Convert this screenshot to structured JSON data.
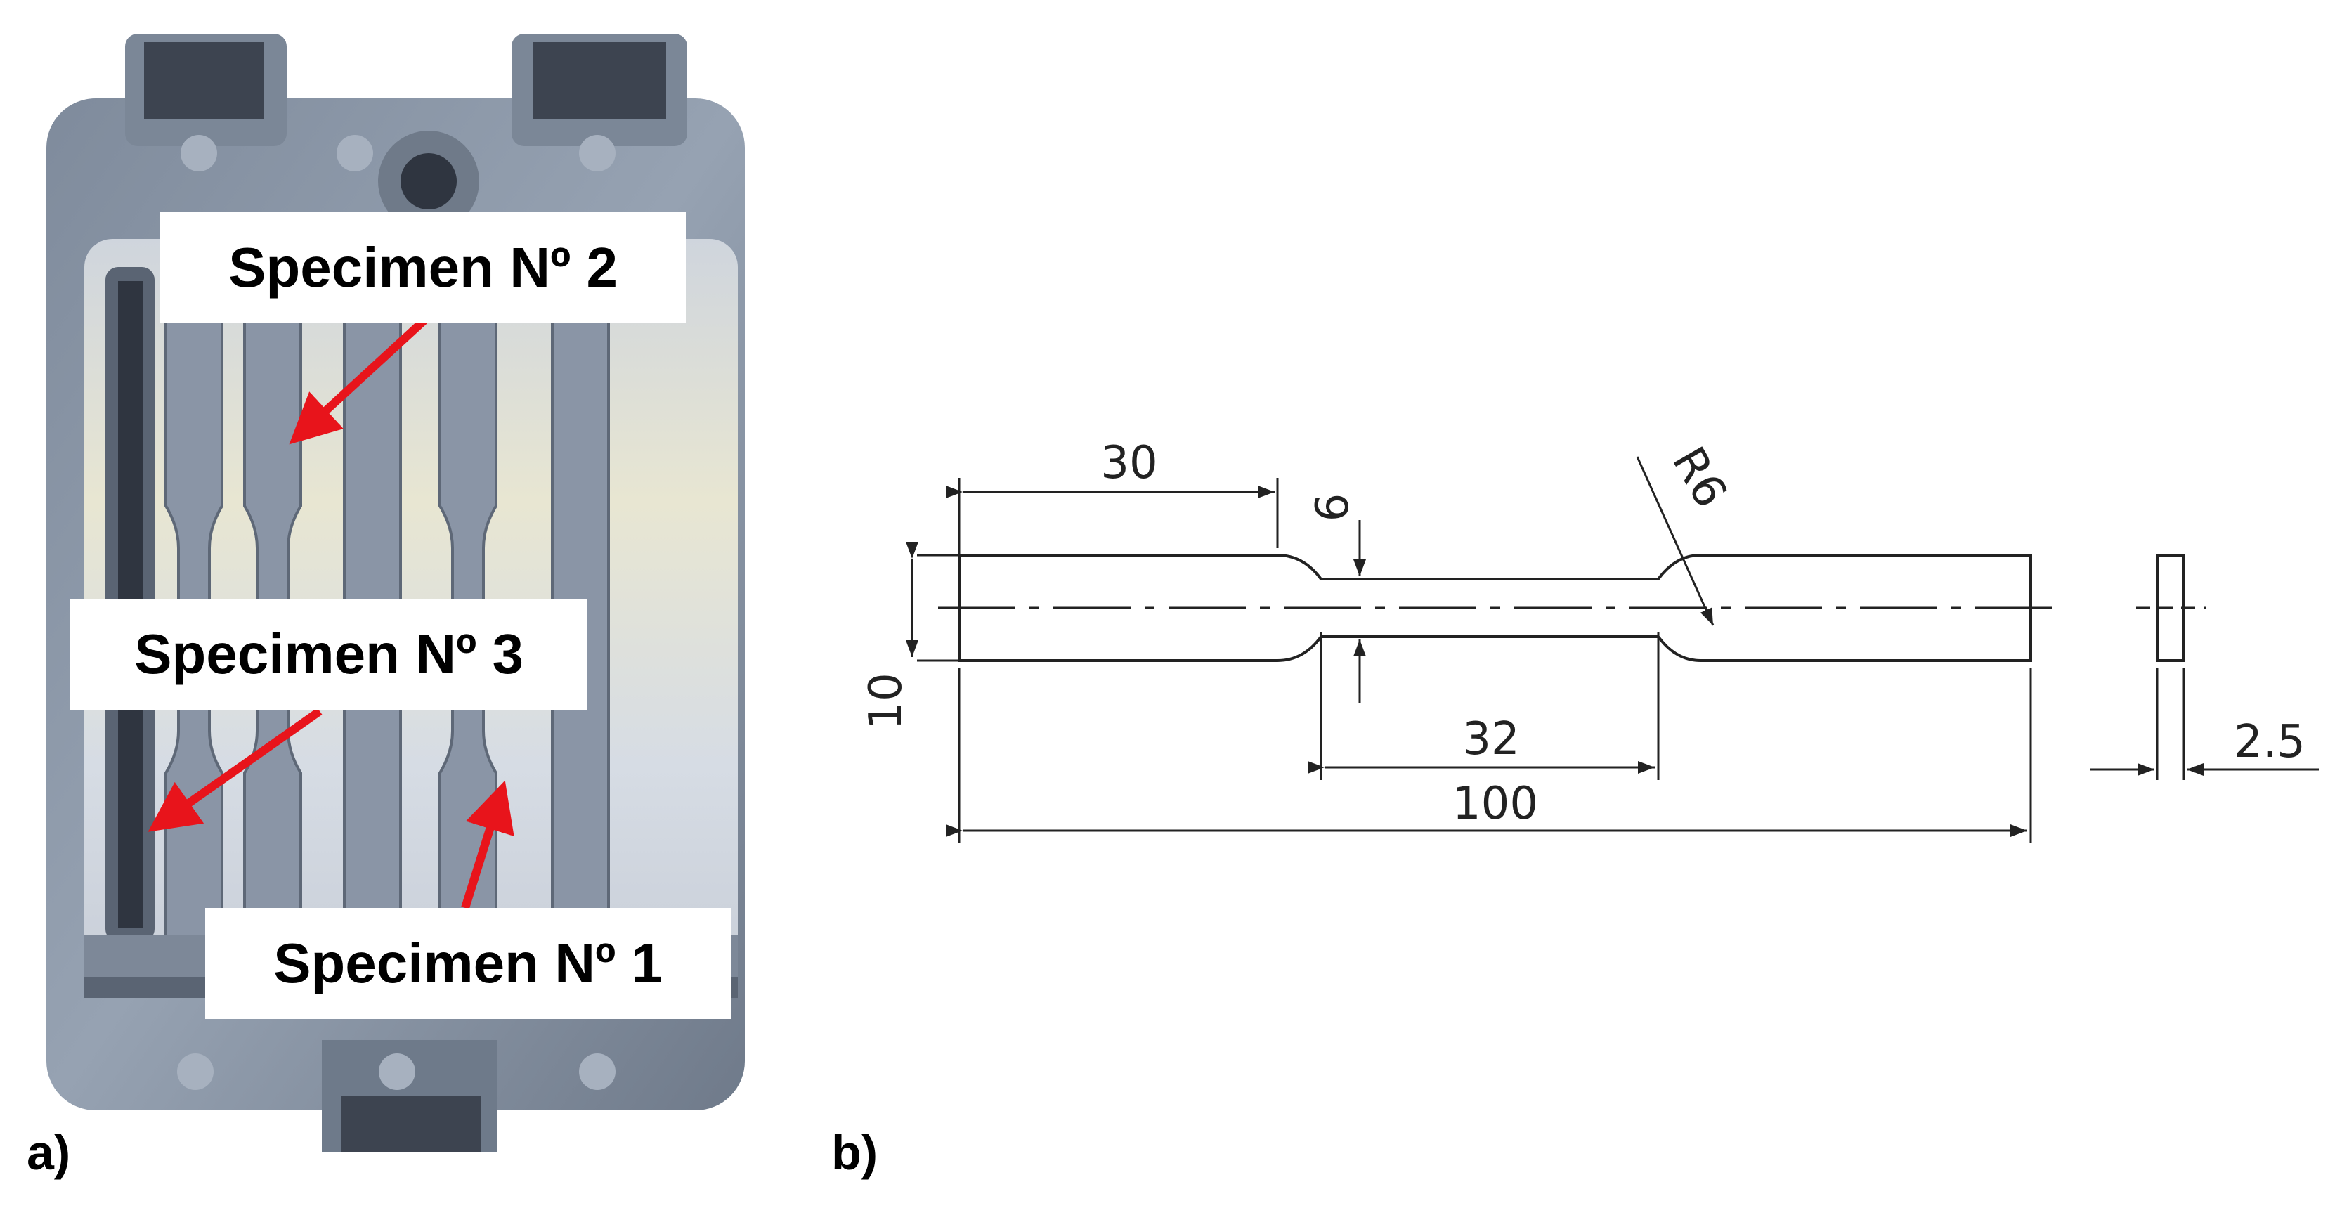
{
  "panels": {
    "a": {
      "label": "a)"
    },
    "b": {
      "label": "b)"
    }
  },
  "callouts": {
    "specimen_2": "Specimen Nº 2",
    "specimen_3": "Specimen Nº 3",
    "specimen_1": "Specimen Nº 1"
  },
  "dimensions": {
    "grip_length": "30",
    "gauge_width": "6",
    "fillet_radius": "R6",
    "total_width": "10",
    "gauge_length": "32",
    "total_length": "100",
    "thickness": "2.5"
  },
  "colors": {
    "arrow": "#e8141b",
    "casting_base": "#8e9aab",
    "casting_dark": "#4f5866",
    "interior_light": "#d9dee6"
  }
}
